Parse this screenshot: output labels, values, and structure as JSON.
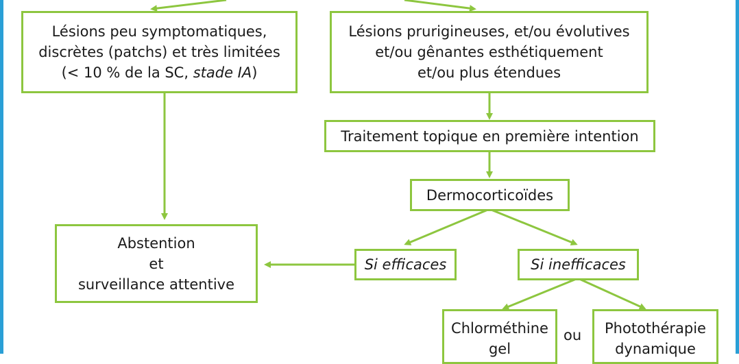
{
  "colors": {
    "box_border": "#8dc63f",
    "arrow": "#8dc63f",
    "frame": "#2a9fd6"
  },
  "nodes": {
    "limited": {
      "line1": "Lésions peu symptomatiques,",
      "line2": "discrètes (patchs) et très limitées",
      "line3_prefix": "(< 10 % de la SC, ",
      "line3_italic": "stade IA",
      "line3_suffix": ")"
    },
    "extensive": {
      "line1": "Lésions prurigineuses, et/ou évolutives",
      "line2": "et/ou gênantes esthétiquement",
      "line3": "et/ou plus étendues"
    },
    "topical": {
      "label": "Traitement topique en première intention"
    },
    "dermo": {
      "label": "Dermocorticoïdes"
    },
    "abstention": {
      "line1": "Abstention",
      "line2": "et",
      "line3": "surveillance attentive"
    },
    "effective": {
      "label": "Si efficaces"
    },
    "ineffective": {
      "label": "Si inefficaces"
    },
    "chlormetine": {
      "line1": "Chlorméthine",
      "line2": "gel"
    },
    "phototherapie": {
      "line1": "Photothérapie",
      "line2": "dynamique"
    },
    "or_label": "ou"
  }
}
